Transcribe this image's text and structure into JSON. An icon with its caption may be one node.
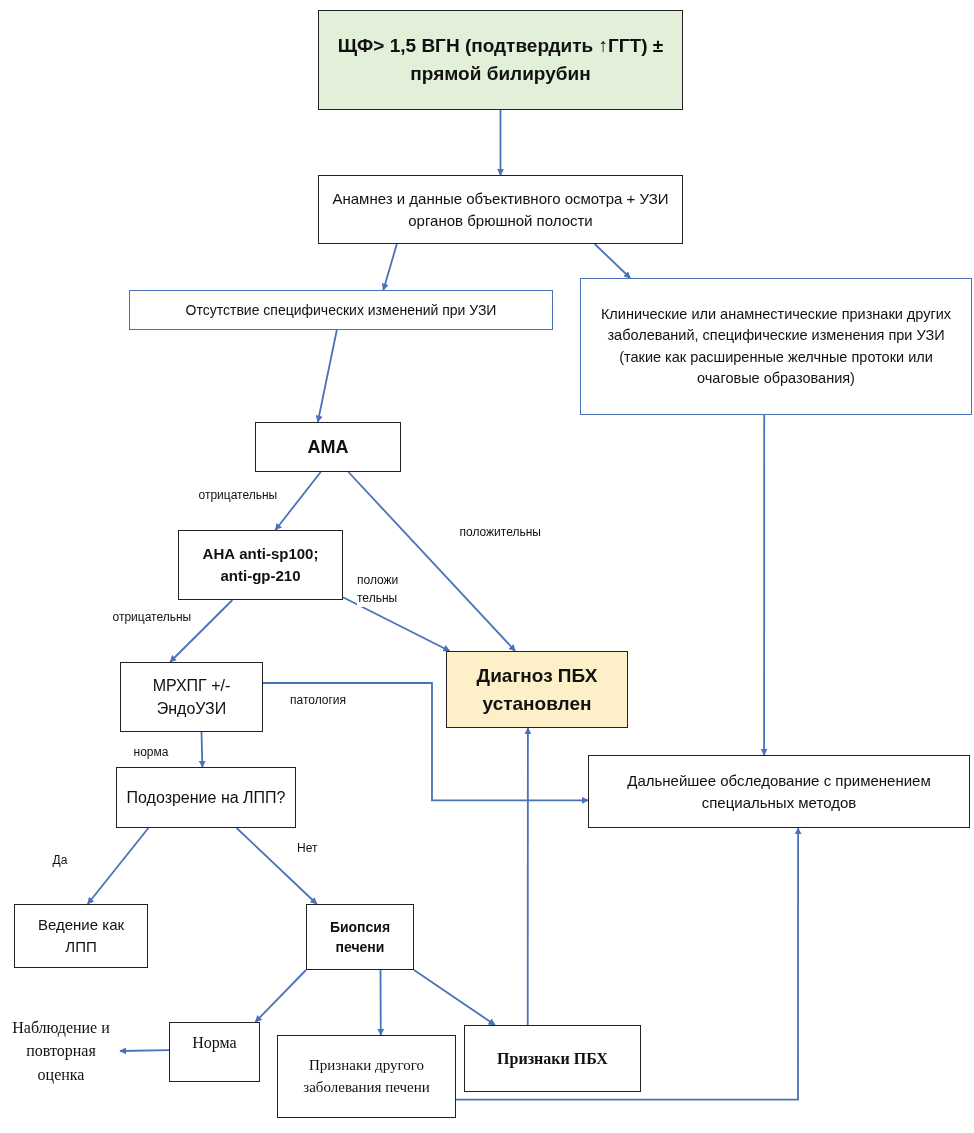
{
  "diagram": {
    "nodes": [
      {
        "text": [
          "ЩФ> 1,5 ВГН (подтвердить ↑ГГТ) ± прямой билирубин"
        ]
      },
      {
        "text": [
          "Анамнез и данные объективного осмотра + УЗИ органов брюшной полости"
        ]
      },
      {
        "text": [
          "Отсутствие специфических изменений при УЗИ"
        ]
      },
      {
        "text": [
          "Клинические или анамнестические признаки других заболеваний, специфические изменения при УЗИ (такие как расширенные желчные протоки или очаговые образования)"
        ]
      },
      {
        "text": [
          "АМА"
        ]
      },
      {
        "text": [
          "АНА anti-sp100; anti-gp-210"
        ]
      },
      {
        "text": [
          "МРХПГ +/- ЭндоУЗИ"
        ]
      },
      {
        "text": [
          "Диагноз ПБХ установлен"
        ]
      },
      {
        "text": [
          "Подозрение на ЛПП?"
        ]
      },
      {
        "text": [
          "Дальнейшее обследование с применением специальных методов"
        ]
      },
      {
        "text": [
          "Ведение как ЛПП"
        ]
      },
      {
        "text": [
          "Биопсия печени"
        ]
      },
      {
        "text": [
          "Наблюдение и повторная оценка"
        ]
      },
      {
        "text": [
          "Норма"
        ]
      },
      {
        "text": [
          "Признаки другого заболевания печени"
        ]
      },
      {
        "text": [
          "Признаки ПБХ"
        ]
      }
    ],
    "edges": [
      {
        "from": 0,
        "to": 1,
        "arrow": "to"
      },
      {
        "from": 1,
        "to": 2,
        "arrow": "to"
      },
      {
        "from": 1,
        "to": 3,
        "arrow": "to"
      },
      {
        "from": 2,
        "to": 4,
        "arrow": "to"
      },
      {
        "from": 4,
        "to": 5,
        "arrow": "to",
        "label": "отрицательны"
      },
      {
        "from": 4,
        "to": 7,
        "arrow": "to",
        "label": "положительны"
      },
      {
        "from": 5,
        "to": 6,
        "arrow": "to",
        "label": "отрицательны"
      },
      {
        "from": 5,
        "to": 7,
        "arrow": "to",
        "label": "положи тельны"
      },
      {
        "from": 6,
        "to": 9,
        "arrow": "to",
        "label": "патология"
      },
      {
        "from": 3,
        "to": 9,
        "arrow": "to"
      },
      {
        "from": 6,
        "to": 8,
        "arrow": "to",
        "label": "норма"
      },
      {
        "from": 8,
        "to": 10,
        "arrow": "to",
        "label": "Да"
      },
      {
        "from": 8,
        "to": 11,
        "arrow": "to",
        "label": "Нет"
      },
      {
        "from": 11,
        "to": 13,
        "arrow": "to"
      },
      {
        "from": 11,
        "to": 14,
        "arrow": "to"
      },
      {
        "from": 11,
        "to": 15,
        "arrow": "to"
      },
      {
        "from": 13,
        "to": 12,
        "arrow": "to"
      },
      {
        "from": 15,
        "to": 7,
        "arrow": "to"
      },
      {
        "from": 14,
        "to": 9,
        "arrow": "to"
      }
    ]
  }
}
